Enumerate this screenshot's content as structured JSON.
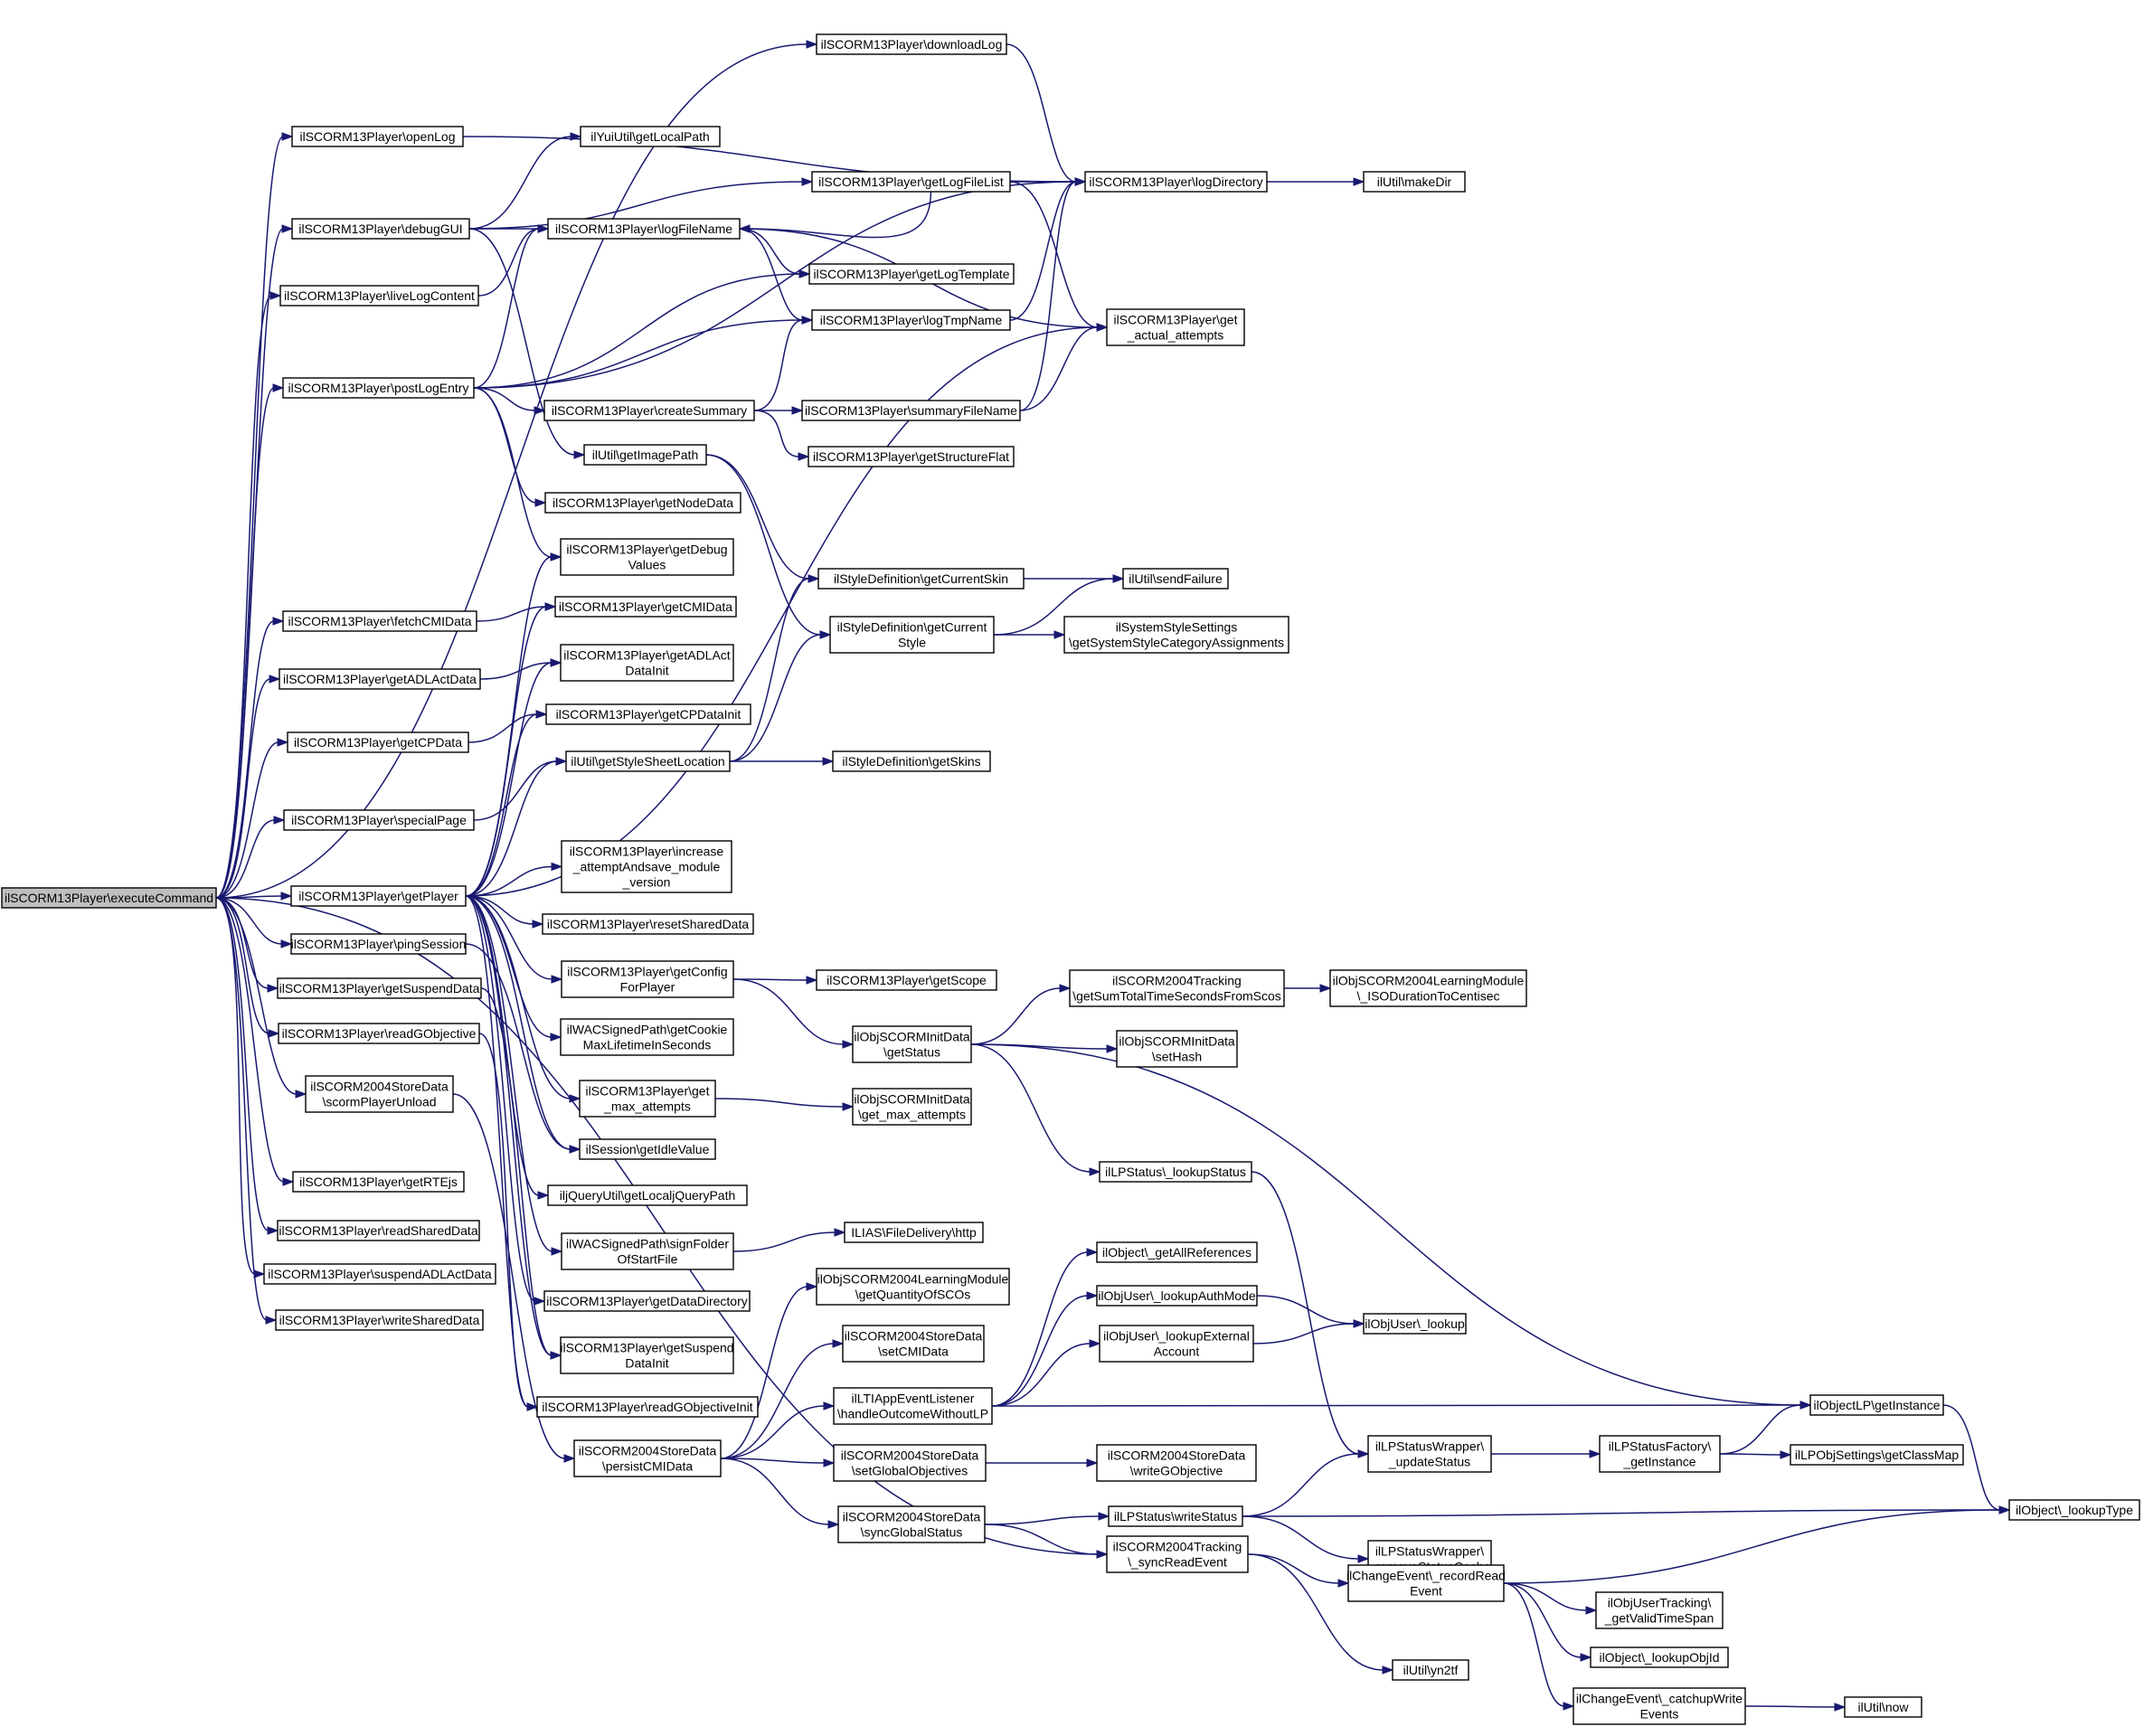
{
  "graph": {
    "root": "executeCommand",
    "nodes": [
      {
        "id": "executeCommand",
        "lines": [
          "ilSCORM13Player\\executeCommand"
        ],
        "root": true
      },
      {
        "id": "downloadLog",
        "lines": [
          "ilSCORM13Player\\downloadLog"
        ]
      },
      {
        "id": "openLog",
        "lines": [
          "ilSCORM13Player\\openLog"
        ]
      },
      {
        "id": "debugGUI",
        "lines": [
          "ilSCORM13Player\\debugGUI"
        ]
      },
      {
        "id": "liveLogContent",
        "lines": [
          "ilSCORM13Player\\liveLogContent"
        ]
      },
      {
        "id": "postLogEntry",
        "lines": [
          "ilSCORM13Player\\postLogEntry"
        ]
      },
      {
        "id": "fetchCMIData",
        "lines": [
          "ilSCORM13Player\\fetchCMIData"
        ]
      },
      {
        "id": "getADLActData",
        "lines": [
          "ilSCORM13Player\\getADLActData"
        ]
      },
      {
        "id": "getCPData",
        "lines": [
          "ilSCORM13Player\\getCPData"
        ]
      },
      {
        "id": "specialPage",
        "lines": [
          "ilSCORM13Player\\specialPage"
        ]
      },
      {
        "id": "getPlayer",
        "lines": [
          "ilSCORM13Player\\getPlayer"
        ]
      },
      {
        "id": "pingSession",
        "lines": [
          "ilSCORM13Player\\pingSession"
        ]
      },
      {
        "id": "getSuspendData",
        "lines": [
          "ilSCORM13Player\\getSuspendData"
        ]
      },
      {
        "id": "readGObjective",
        "lines": [
          "ilSCORM13Player\\readGObjective"
        ]
      },
      {
        "id": "scormPlayerUnload",
        "lines": [
          "ilSCORM2004StoreData",
          "\\scormPlayerUnload"
        ]
      },
      {
        "id": "getRTEjs",
        "lines": [
          "ilSCORM13Player\\getRTEjs"
        ]
      },
      {
        "id": "readSharedData",
        "lines": [
          "ilSCORM13Player\\readSharedData"
        ]
      },
      {
        "id": "suspendADLActData",
        "lines": [
          "ilSCORM13Player\\suspendADLActData"
        ]
      },
      {
        "id": "writeSharedData",
        "lines": [
          "ilSCORM13Player\\writeSharedData"
        ]
      },
      {
        "id": "getLocalPath",
        "lines": [
          "ilYuiUtil\\getLocalPath"
        ]
      },
      {
        "id": "logFileName",
        "lines": [
          "ilSCORM13Player\\logFileName"
        ]
      },
      {
        "id": "createSummary",
        "lines": [
          "ilSCORM13Player\\createSummary"
        ]
      },
      {
        "id": "getImagePath",
        "lines": [
          "ilUtil\\getImagePath"
        ]
      },
      {
        "id": "getNodeData",
        "lines": [
          "ilSCORM13Player\\getNodeData"
        ]
      },
      {
        "id": "getDebugValues",
        "lines": [
          "ilSCORM13Player\\getDebug",
          "Values"
        ]
      },
      {
        "id": "getCMIData",
        "lines": [
          "ilSCORM13Player\\getCMIData"
        ]
      },
      {
        "id": "getADLActDataInit",
        "lines": [
          "ilSCORM13Player\\getADLAct",
          "DataInit"
        ]
      },
      {
        "id": "getCPDataInit",
        "lines": [
          "ilSCORM13Player\\getCPDataInit"
        ]
      },
      {
        "id": "getStyleSheetLocation",
        "lines": [
          "ilUtil\\getStyleSheetLocation"
        ]
      },
      {
        "id": "increaseAttempt",
        "lines": [
          "ilSCORM13Player\\increase",
          "_attemptAndsave_module",
          "_version"
        ]
      },
      {
        "id": "resetSharedData",
        "lines": [
          "ilSCORM13Player\\resetSharedData"
        ]
      },
      {
        "id": "getConfigForPlayer",
        "lines": [
          "ilSCORM13Player\\getConfig",
          "ForPlayer"
        ]
      },
      {
        "id": "getCookieMaxLifetime",
        "lines": [
          "ilWACSignedPath\\getCookie",
          "MaxLifetimeInSeconds"
        ]
      },
      {
        "id": "getMaxAttemptsPlayer",
        "lines": [
          "ilSCORM13Player\\get",
          "_max_attempts"
        ]
      },
      {
        "id": "getIdleValue",
        "lines": [
          "ilSession\\getIdleValue"
        ]
      },
      {
        "id": "getLocaljQueryPath",
        "lines": [
          "iljQueryUtil\\getLocaljQueryPath"
        ]
      },
      {
        "id": "signFolderOfStartFile",
        "lines": [
          "ilWACSignedPath\\signFolder",
          "OfStartFile"
        ]
      },
      {
        "id": "getDataDirectory",
        "lines": [
          "ilSCORM13Player\\getDataDirectory"
        ]
      },
      {
        "id": "getSuspendDataInit",
        "lines": [
          "ilSCORM13Player\\getSuspend",
          "DataInit"
        ]
      },
      {
        "id": "readGObjectiveInit",
        "lines": [
          "ilSCORM13Player\\readGObjectiveInit"
        ]
      },
      {
        "id": "persistCMIData",
        "lines": [
          "ilSCORM2004StoreData",
          "\\persistCMIData"
        ]
      },
      {
        "id": "getLogFileList",
        "lines": [
          "ilSCORM13Player\\getLogFileList"
        ]
      },
      {
        "id": "getLogTemplate",
        "lines": [
          "ilSCORM13Player\\getLogTemplate"
        ]
      },
      {
        "id": "logTmpName",
        "lines": [
          "ilSCORM13Player\\logTmpName"
        ]
      },
      {
        "id": "summaryFileName",
        "lines": [
          "ilSCORM13Player\\summaryFileName"
        ]
      },
      {
        "id": "getStructureFlat",
        "lines": [
          "ilSCORM13Player\\getStructureFlat"
        ]
      },
      {
        "id": "getCurrentSkin",
        "lines": [
          "ilStyleDefinition\\getCurrentSkin"
        ]
      },
      {
        "id": "getCurrentStyle",
        "lines": [
          "ilStyleDefinition\\getCurrent",
          "Style"
        ]
      },
      {
        "id": "getSkins",
        "lines": [
          "ilStyleDefinition\\getSkins"
        ]
      },
      {
        "id": "getScope",
        "lines": [
          "ilSCORM13Player\\getScope"
        ]
      },
      {
        "id": "getStatusInit",
        "lines": [
          "ilObjSCORMInitData",
          "\\getStatus"
        ]
      },
      {
        "id": "getMaxAttemptsInit",
        "lines": [
          "ilObjSCORMInitData",
          "\\get_max_attempts"
        ]
      },
      {
        "id": "fileDeliveryHttp",
        "lines": [
          "ILIAS\\FileDelivery\\http"
        ]
      },
      {
        "id": "getQuantityOfSCOs",
        "lines": [
          "ilObjSCORM2004LearningModule",
          "\\getQuantityOfSCOs"
        ]
      },
      {
        "id": "setCMIData",
        "lines": [
          "ilSCORM2004StoreData",
          "\\setCMIData"
        ]
      },
      {
        "id": "handleOutcome",
        "lines": [
          "ilLTIAppEventListener",
          "\\handleOutcomeWithoutLP"
        ]
      },
      {
        "id": "setGlobalObjectives",
        "lines": [
          "ilSCORM2004StoreData",
          "\\setGlobalObjectives"
        ]
      },
      {
        "id": "syncGlobalStatus",
        "lines": [
          "ilSCORM2004StoreData",
          "\\syncGlobalStatus"
        ]
      },
      {
        "id": "logDirectory",
        "lines": [
          "ilSCORM13Player\\logDirectory"
        ]
      },
      {
        "id": "getActualAttempts",
        "lines": [
          "ilSCORM13Player\\get",
          "_actual_attempts"
        ]
      },
      {
        "id": "sendFailure",
        "lines": [
          "ilUtil\\sendFailure"
        ]
      },
      {
        "id": "getSystemStyleCategory",
        "lines": [
          "ilSystemStyleSettings",
          "\\getSystemStyleCategoryAssignments"
        ]
      },
      {
        "id": "getSumTotalTime",
        "lines": [
          "ilSCORM2004Tracking",
          "\\getSumTotalTimeSecondsFromScos"
        ]
      },
      {
        "id": "setHash",
        "lines": [
          "ilObjSCORMInitData",
          "\\setHash"
        ]
      },
      {
        "id": "lookupStatus",
        "lines": [
          "ilLPStatus\\_lookupStatus"
        ]
      },
      {
        "id": "getAllReferences",
        "lines": [
          "ilObject\\_getAllReferences"
        ]
      },
      {
        "id": "lookupAuthMode",
        "lines": [
          "ilObjUser\\_lookupAuthMode"
        ]
      },
      {
        "id": "lookupExternalAccount",
        "lines": [
          "ilObjUser\\_lookupExternal",
          "Account"
        ]
      },
      {
        "id": "writeGObjective",
        "lines": [
          "ilSCORM2004StoreData",
          "\\writeGObjective"
        ]
      },
      {
        "id": "writeStatus",
        "lines": [
          "ilLPStatus\\writeStatus"
        ]
      },
      {
        "id": "syncReadEvent",
        "lines": [
          "ilSCORM2004Tracking",
          "\\_syncReadEvent"
        ]
      },
      {
        "id": "makeDir",
        "lines": [
          "ilUtil\\makeDir"
        ]
      },
      {
        "id": "isoDurationToCentisec",
        "lines": [
          "ilObjSCORM2004LearningModule",
          "\\_ISODurationToCentisec"
        ]
      },
      {
        "id": "lookupUser",
        "lines": [
          "ilObjUser\\_lookup"
        ]
      },
      {
        "id": "updateStatus",
        "lines": [
          "ilLPStatusWrapper\\",
          "_updateStatus"
        ]
      },
      {
        "id": "removeStatusCache",
        "lines": [
          "ilLPStatusWrapper\\",
          "_removeStatusCache"
        ]
      },
      {
        "id": "recordReadEvent",
        "lines": [
          "ilChangeEvent\\_recordRead",
          "Event"
        ]
      },
      {
        "id": "yn2tf",
        "lines": [
          "ilUtil\\yn2tf"
        ]
      },
      {
        "id": "lpFactoryGetInstance",
        "lines": [
          "ilLPStatusFactory\\",
          "_getInstance"
        ]
      },
      {
        "id": "getValidTimeSpan",
        "lines": [
          "ilObjUserTracking\\",
          "_getValidTimeSpan"
        ]
      },
      {
        "id": "lookupObjId",
        "lines": [
          "ilObject\\_lookupObjId"
        ]
      },
      {
        "id": "catchupWriteEvents",
        "lines": [
          "ilChangeEvent\\_catchupWrite",
          "Events"
        ]
      },
      {
        "id": "objectLPGetInstance",
        "lines": [
          "ilObjectLP\\getInstance"
        ]
      },
      {
        "id": "getClassMap",
        "lines": [
          "ilLPObjSettings\\getClassMap"
        ]
      },
      {
        "id": "lookupType",
        "lines": [
          "ilObject\\_lookupType"
        ]
      },
      {
        "id": "utilNow",
        "lines": [
          "ilUtil\\now"
        ]
      }
    ],
    "edges": [
      [
        "executeCommand",
        "downloadLog"
      ],
      [
        "executeCommand",
        "openLog"
      ],
      [
        "executeCommand",
        "debugGUI"
      ],
      [
        "executeCommand",
        "liveLogContent"
      ],
      [
        "executeCommand",
        "postLogEntry"
      ],
      [
        "executeCommand",
        "fetchCMIData"
      ],
      [
        "executeCommand",
        "getADLActData"
      ],
      [
        "executeCommand",
        "getCPData"
      ],
      [
        "executeCommand",
        "specialPage"
      ],
      [
        "executeCommand",
        "getPlayer"
      ],
      [
        "executeCommand",
        "pingSession"
      ],
      [
        "executeCommand",
        "getSuspendData"
      ],
      [
        "executeCommand",
        "readGObjective"
      ],
      [
        "executeCommand",
        "scormPlayerUnload"
      ],
      [
        "executeCommand",
        "getRTEjs"
      ],
      [
        "executeCommand",
        "readSharedData"
      ],
      [
        "executeCommand",
        "suspendADLActData"
      ],
      [
        "executeCommand",
        "writeSharedData"
      ],
      [
        "executeCommand",
        "syncReadEvent"
      ],
      [
        "downloadLog",
        "logDirectory"
      ],
      [
        "openLog",
        "logDirectory"
      ],
      [
        "debugGUI",
        "getLocalPath"
      ],
      [
        "debugGUI",
        "logFileName"
      ],
      [
        "debugGUI",
        "getLogFileList"
      ],
      [
        "debugGUI",
        "getImagePath"
      ],
      [
        "liveLogContent",
        "logFileName"
      ],
      [
        "postLogEntry",
        "logFileName"
      ],
      [
        "postLogEntry",
        "getLogTemplate"
      ],
      [
        "postLogEntry",
        "logTmpName"
      ],
      [
        "postLogEntry",
        "logDirectory"
      ],
      [
        "postLogEntry",
        "createSummary"
      ],
      [
        "postLogEntry",
        "getNodeData"
      ],
      [
        "postLogEntry",
        "getDebugValues"
      ],
      [
        "fetchCMIData",
        "getCMIData"
      ],
      [
        "getADLActData",
        "getADLActDataInit"
      ],
      [
        "getCPData",
        "getCPDataInit"
      ],
      [
        "specialPage",
        "getStyleSheetLocation"
      ],
      [
        "getPlayer",
        "getDebugValues"
      ],
      [
        "getPlayer",
        "getCMIData"
      ],
      [
        "getPlayer",
        "getADLActDataInit"
      ],
      [
        "getPlayer",
        "getCPDataInit"
      ],
      [
        "getPlayer",
        "getStyleSheetLocation"
      ],
      [
        "getPlayer",
        "getActualAttempts"
      ],
      [
        "getPlayer",
        "increaseAttempt"
      ],
      [
        "getPlayer",
        "resetSharedData"
      ],
      [
        "getPlayer",
        "getConfigForPlayer"
      ],
      [
        "getPlayer",
        "getCookieMaxLifetime"
      ],
      [
        "getPlayer",
        "getMaxAttemptsPlayer"
      ],
      [
        "getPlayer",
        "getIdleValue"
      ],
      [
        "getPlayer",
        "getLocaljQueryPath"
      ],
      [
        "getPlayer",
        "signFolderOfStartFile"
      ],
      [
        "getPlayer",
        "getDataDirectory"
      ],
      [
        "getPlayer",
        "getSuspendDataInit"
      ],
      [
        "getPlayer",
        "readGObjectiveInit"
      ],
      [
        "pingSession",
        "getIdleValue"
      ],
      [
        "getSuspendData",
        "getSuspendDataInit"
      ],
      [
        "readGObjective",
        "readGObjectiveInit"
      ],
      [
        "scormPlayerUnload",
        "persistCMIData"
      ],
      [
        "logFileName",
        "getLogTemplate"
      ],
      [
        "logFileName",
        "logTmpName"
      ],
      [
        "logFileName",
        "getActualAttempts"
      ],
      [
        "getLogFileList",
        "logDirectory"
      ],
      [
        "getLogFileList",
        "getActualAttempts"
      ],
      [
        "getLogFileList",
        "logFileName"
      ],
      [
        "logTmpName",
        "logDirectory"
      ],
      [
        "createSummary",
        "summaryFileName"
      ],
      [
        "createSummary",
        "getStructureFlat"
      ],
      [
        "createSummary",
        "logTmpName"
      ],
      [
        "summaryFileName",
        "logDirectory"
      ],
      [
        "summaryFileName",
        "getActualAttempts"
      ],
      [
        "getImagePath",
        "getCurrentSkin"
      ],
      [
        "getImagePath",
        "getCurrentStyle"
      ],
      [
        "getStyleSheetLocation",
        "getCurrentSkin"
      ],
      [
        "getStyleSheetLocation",
        "getCurrentStyle"
      ],
      [
        "getStyleSheetLocation",
        "getSkins"
      ],
      [
        "getCurrentSkin",
        "sendFailure"
      ],
      [
        "getCurrentStyle",
        "sendFailure"
      ],
      [
        "getCurrentStyle",
        "getSystemStyleCategory"
      ],
      [
        "getConfigForPlayer",
        "getScope"
      ],
      [
        "getConfigForPlayer",
        "getStatusInit"
      ],
      [
        "getMaxAttemptsPlayer",
        "getMaxAttemptsInit"
      ],
      [
        "signFolderOfStartFile",
        "fileDeliveryHttp"
      ],
      [
        "getStatusInit",
        "getSumTotalTime"
      ],
      [
        "getStatusInit",
        "setHash"
      ],
      [
        "getStatusInit",
        "lookupStatus"
      ],
      [
        "getStatusInit",
        "objectLPGetInstance"
      ],
      [
        "getSumTotalTime",
        "isoDurationToCentisec"
      ],
      [
        "lookupStatus",
        "updateStatus"
      ],
      [
        "persistCMIData",
        "getQuantityOfSCOs"
      ],
      [
        "persistCMIData",
        "setCMIData"
      ],
      [
        "persistCMIData",
        "handleOutcome"
      ],
      [
        "persistCMIData",
        "setGlobalObjectives"
      ],
      [
        "persistCMIData",
        "syncGlobalStatus"
      ],
      [
        "handleOutcome",
        "getAllReferences"
      ],
      [
        "handleOutcome",
        "lookupAuthMode"
      ],
      [
        "handleOutcome",
        "lookupExternalAccount"
      ],
      [
        "handleOutcome",
        "objectLPGetInstance"
      ],
      [
        "lookupAuthMode",
        "lookupUser"
      ],
      [
        "lookupExternalAccount",
        "lookupUser"
      ],
      [
        "setGlobalObjectives",
        "writeGObjective"
      ],
      [
        "syncGlobalStatus",
        "writeStatus"
      ],
      [
        "syncGlobalStatus",
        "syncReadEvent"
      ],
      [
        "writeStatus",
        "updateStatus"
      ],
      [
        "writeStatus",
        "removeStatusCache"
      ],
      [
        "writeStatus",
        "lookupType"
      ],
      [
        "updateStatus",
        "lpFactoryGetInstance"
      ],
      [
        "lpFactoryGetInstance",
        "objectLPGetInstance"
      ],
      [
        "lpFactoryGetInstance",
        "getClassMap"
      ],
      [
        "objectLPGetInstance",
        "lookupType"
      ],
      [
        "syncReadEvent",
        "recordReadEvent"
      ],
      [
        "syncReadEvent",
        "yn2tf"
      ],
      [
        "recordReadEvent",
        "lookupType"
      ],
      [
        "recordReadEvent",
        "getValidTimeSpan"
      ],
      [
        "recordReadEvent",
        "lookupObjId"
      ],
      [
        "recordReadEvent",
        "catchupWriteEvents"
      ],
      [
        "catchupWriteEvents",
        "utilNow"
      ],
      [
        "logDirectory",
        "makeDir"
      ]
    ]
  }
}
